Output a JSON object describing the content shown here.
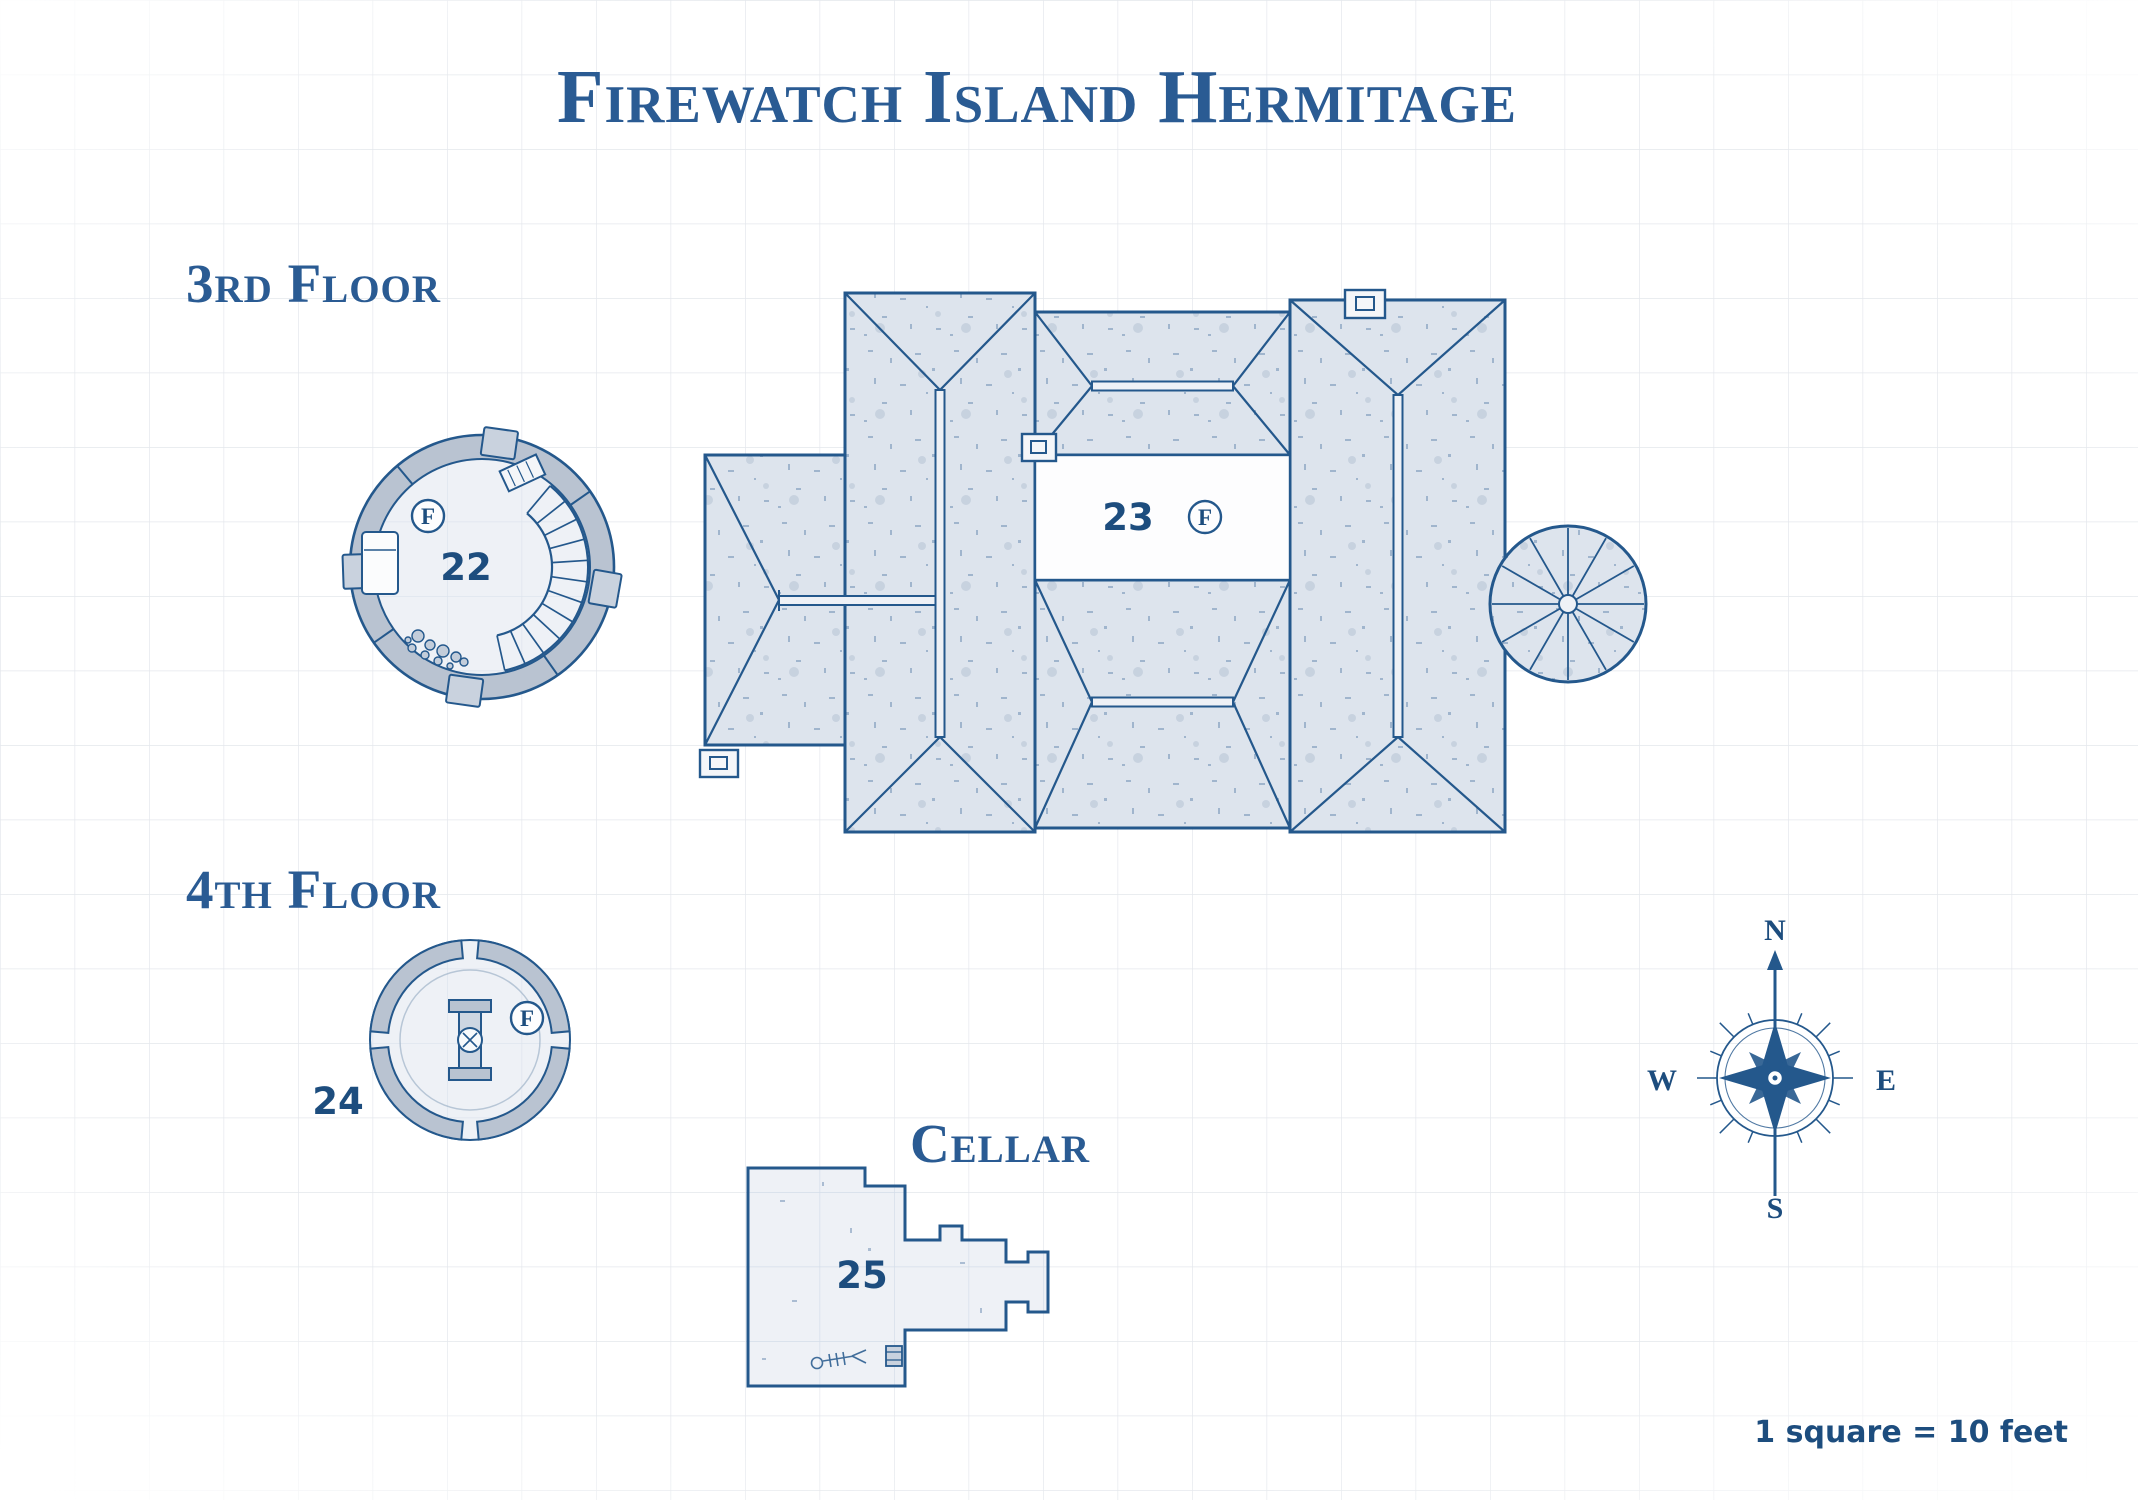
{
  "map": {
    "title": "Firewatch Island Hermitage",
    "scale_note": "1 square = 10 feet"
  },
  "sections": {
    "third_floor": {
      "label": "3rd Floor",
      "room_number": "22",
      "fire_marker": "F"
    },
    "roof": {
      "room_number": "23",
      "fire_marker": "F"
    },
    "fourth_floor": {
      "label": "4th Floor",
      "room_number": "24",
      "fire_marker": "F"
    },
    "cellar": {
      "label": "Cellar",
      "room_number": "25"
    }
  },
  "compass": {
    "north": "N",
    "east": "E",
    "south": "S",
    "west": "W"
  },
  "colors": {
    "ink": "#24588C",
    "heading_text": "#2A5B93",
    "number_text": "#1D4D7E",
    "roof_fill": "#DDE4ED",
    "wall_fill": "#B9C3D1",
    "floor_fill": "#EEF1F6",
    "background": "#FFFFFF"
  }
}
